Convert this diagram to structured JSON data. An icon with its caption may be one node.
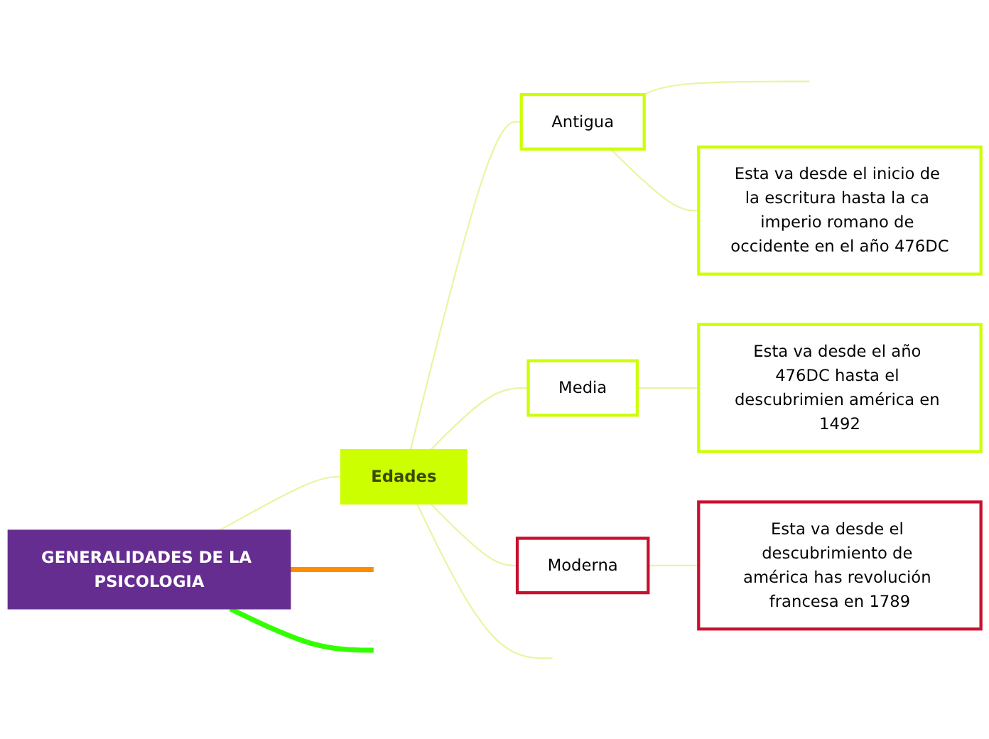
{
  "diagram": {
    "nodes": [
      {
        "text": [
          "GENERALIDADES DE LA PSICOLOGIA"
        ]
      },
      {
        "text": [
          "Edades"
        ]
      },
      {
        "text": [
          "Antigua"
        ]
      },
      {
        "text": [
          "Esta va desde el inicio de la escritura hasta la ca imperio romano de occidente en el año 476DC"
        ]
      },
      {
        "text": [
          "Media"
        ]
      },
      {
        "text": [
          "Esta va desde el año 476DC hasta el descubrimien américa en 1492"
        ]
      },
      {
        "text": [
          "Moderna"
        ]
      },
      {
        "text": [
          "Esta va desde el descubrimiento de américa has revolución francesa en 1789"
        ]
      }
    ],
    "edges": [
      {
        "from": 0,
        "to": null,
        "arrow": "none",
        "color": "#ff8c00",
        "style": "thick"
      },
      {
        "from": 0,
        "to": null,
        "arrow": "none",
        "color": "#33ff00",
        "style": "thick"
      },
      {
        "from": 0,
        "to": 1,
        "arrow": "none"
      },
      {
        "from": 1,
        "to": 2,
        "arrow": "none"
      },
      {
        "from": 2,
        "to": null,
        "arrow": "none"
      },
      {
        "from": 2,
        "to": 3,
        "arrow": "none"
      },
      {
        "from": 1,
        "to": 4,
        "arrow": "none"
      },
      {
        "from": 4,
        "to": 5,
        "arrow": "none"
      },
      {
        "from": 1,
        "to": 6,
        "arrow": "none"
      },
      {
        "from": 6,
        "to": 7,
        "arrow": "none"
      },
      {
        "from": 1,
        "to": null,
        "arrow": "none"
      }
    ]
  }
}
